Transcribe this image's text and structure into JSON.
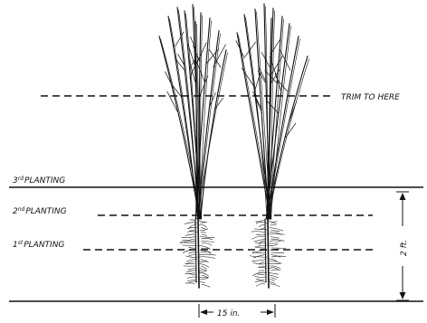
{
  "labels": {
    "trim": "TRIM TO HERE",
    "third_planting_num": "3",
    "third_planting_sup": "rd",
    "third_planting_word": "PLANTING",
    "second_planting_num": "2",
    "second_planting_sup": "nd",
    "second_planting_word": "PLANTING",
    "first_planting_num": "1",
    "first_planting_sup": "st",
    "first_planting_word": "PLANTING",
    "depth": "2 ft.",
    "spacing": "15 in."
  },
  "colors": {
    "ink": "#111111",
    "background": "#ffffff"
  },
  "plants": [
    {
      "name": "left-plant"
    },
    {
      "name": "right-plant"
    }
  ]
}
